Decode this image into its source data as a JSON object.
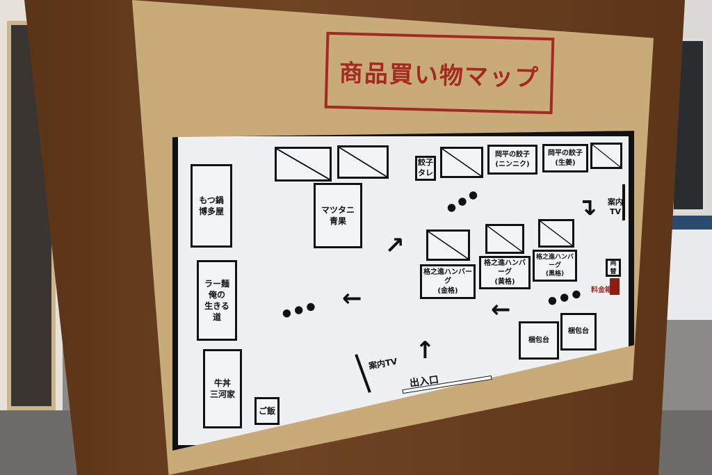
{
  "sign_title": "商品買い物マップ",
  "map": {
    "shops": [
      {
        "name": "もつ鍋\n博多屋"
      },
      {
        "name": "ラー麺\n俺の\n生きる\n道"
      },
      {
        "name": "牛丼\n三河家"
      },
      {
        "name": "ご飯"
      },
      {
        "name": "マツタニ\n青果"
      },
      {
        "name": "餃子\nタレ"
      },
      {
        "name": "岡平の餃子\n(ニンニク)"
      },
      {
        "name": "岡平の餃子\n(生姜)"
      },
      {
        "name": "格之進ハンバーグ\n(金格)"
      },
      {
        "name": "格之進ハンバーグ\n(黄格)"
      },
      {
        "name": "格之進ハンバーグ\n(黒格)"
      },
      {
        "name": "梱包台"
      },
      {
        "name": "梱包台"
      },
      {
        "name": "両替"
      }
    ],
    "labels": {
      "info_tv_right": "案内\nTV",
      "info_tv_bottom": "案内TV",
      "entrance": "出入口",
      "cash_box": "料金箱"
    },
    "icons": [
      "footprints-icon",
      "arrow-icon"
    ]
  },
  "colors": {
    "title_red": "#a42a20",
    "board_brown": "#6f4423",
    "panel_tan": "#c8ab78"
  }
}
